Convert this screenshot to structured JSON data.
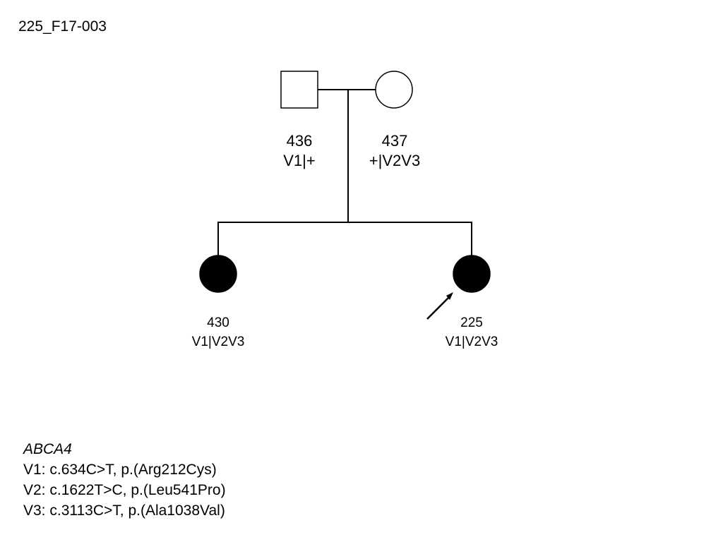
{
  "family_id": "225_F17-003",
  "individuals": {
    "father": {
      "id": "436",
      "genotype": "V1|+"
    },
    "mother": {
      "id": "437",
      "genotype": "+|V2V3"
    },
    "sibling": {
      "id": "430",
      "genotype": "V1|V2V3"
    },
    "proband": {
      "id": "225",
      "genotype": "V1|V2V3"
    }
  },
  "legend": {
    "gene": "ABCA4",
    "variants": [
      "V1: c.634C>T, p.(Arg212Cys)",
      "V2: c.1622T>C, p.(Leu541Pro)",
      "V3: c.3113C>T, p.(Ala1038Val)"
    ]
  },
  "colors": {
    "line": "#000000",
    "affected_fill": "#000000",
    "unaffected_fill": "#ffffff"
  }
}
